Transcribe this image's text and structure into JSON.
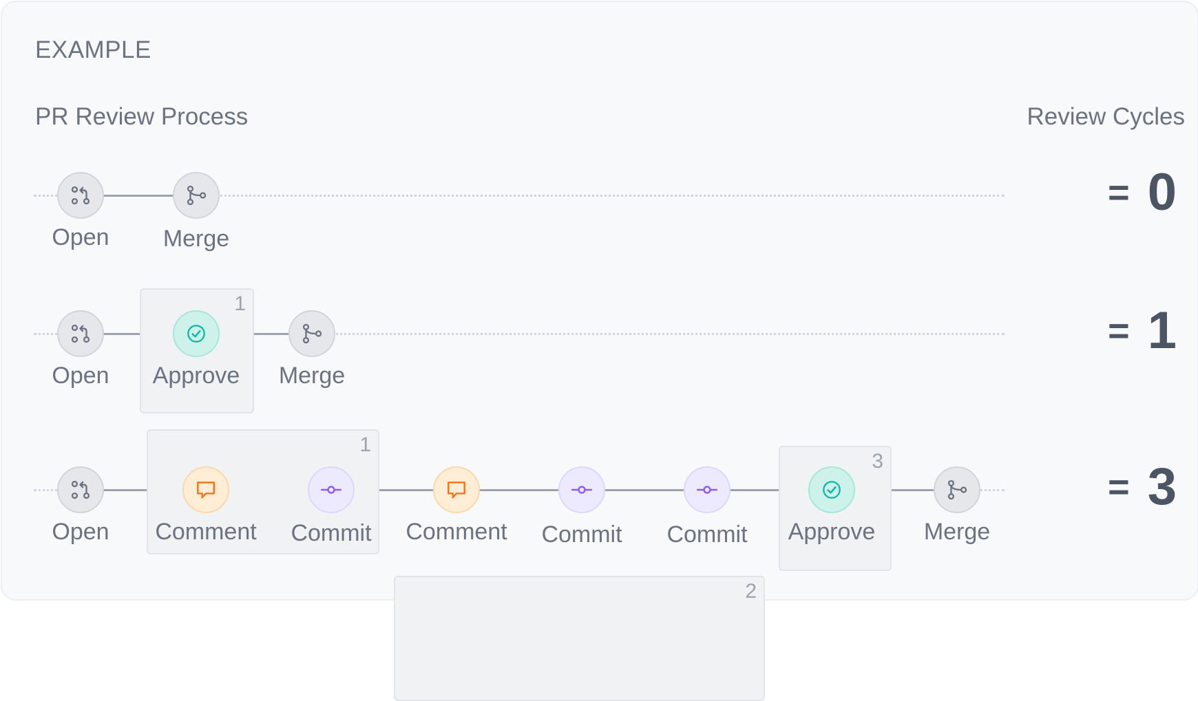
{
  "section_label": "EXAMPLE",
  "titles": {
    "left": "PR Review Process",
    "right": "Review Cycles"
  },
  "colors": {
    "neutral": "#6b7280",
    "comment": "#f97316",
    "commit": "#8b5cf6",
    "approve": "#14b8a6",
    "line": "#9ca3af"
  },
  "rows": [
    {
      "equals": "=",
      "cycles": "0",
      "nodes": [
        {
          "type": "open",
          "label": "Open",
          "icon": "pull-request-icon"
        },
        {
          "type": "merge",
          "label": "Merge",
          "icon": "merge-icon"
        }
      ],
      "groups": []
    },
    {
      "equals": "=",
      "cycles": "1",
      "nodes": [
        {
          "type": "open",
          "label": "Open",
          "icon": "pull-request-icon"
        },
        {
          "type": "approve",
          "label": "Approve",
          "icon": "check-circle-icon"
        },
        {
          "type": "merge",
          "label": "Merge",
          "icon": "merge-icon"
        }
      ],
      "groups": [
        {
          "number": "1"
        }
      ]
    },
    {
      "equals": "=",
      "cycles": "3",
      "nodes": [
        {
          "type": "open",
          "label": "Open",
          "icon": "pull-request-icon"
        },
        {
          "type": "comment",
          "label": "Comment",
          "icon": "comment-icon"
        },
        {
          "type": "commit",
          "label": "Commit",
          "icon": "commit-icon"
        },
        {
          "type": "comment",
          "label": "Comment",
          "icon": "comment-icon"
        },
        {
          "type": "commit",
          "label": "Commit",
          "icon": "commit-icon"
        },
        {
          "type": "commit",
          "label": "Commit",
          "icon": "commit-icon"
        },
        {
          "type": "approve",
          "label": "Approve",
          "icon": "check-circle-icon"
        },
        {
          "type": "merge",
          "label": "Merge",
          "icon": "merge-icon"
        }
      ],
      "groups": [
        {
          "number": "1"
        },
        {
          "number": "2"
        },
        {
          "number": "3"
        }
      ]
    }
  ]
}
